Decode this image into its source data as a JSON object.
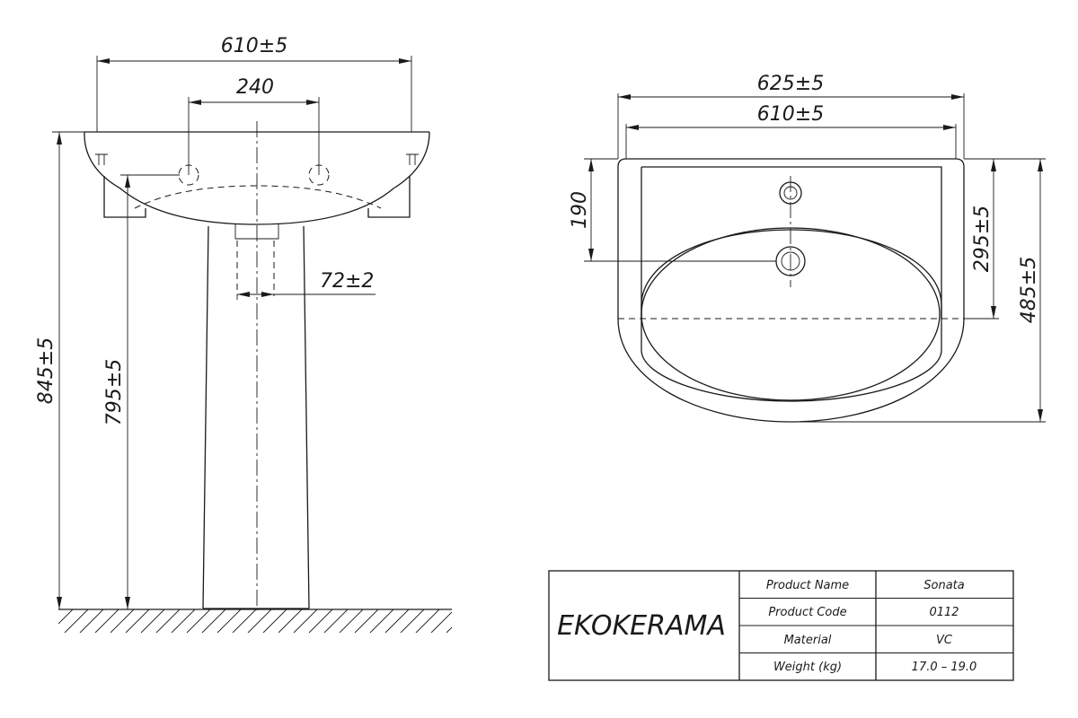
{
  "dimensions": {
    "front_total_width": "610±5",
    "tap_spacing": "240",
    "drain_offset": "72±2",
    "total_height": "845±5",
    "rim_height": "795±5",
    "top_outer_width": "625±5",
    "top_inner_width": "610±5",
    "tap_to_wall": "190",
    "bowl_depth": "295±5",
    "total_depth": "485±5"
  },
  "title_block": {
    "brand": "EKOKERAMA",
    "rows": [
      {
        "label": "Product Name",
        "value": "Sonata"
      },
      {
        "label": "Product Code",
        "value": "0112"
      },
      {
        "label": "Material",
        "value": "VC"
      },
      {
        "label": "Weight (kg)",
        "value": "17.0 – 19.0"
      }
    ]
  }
}
